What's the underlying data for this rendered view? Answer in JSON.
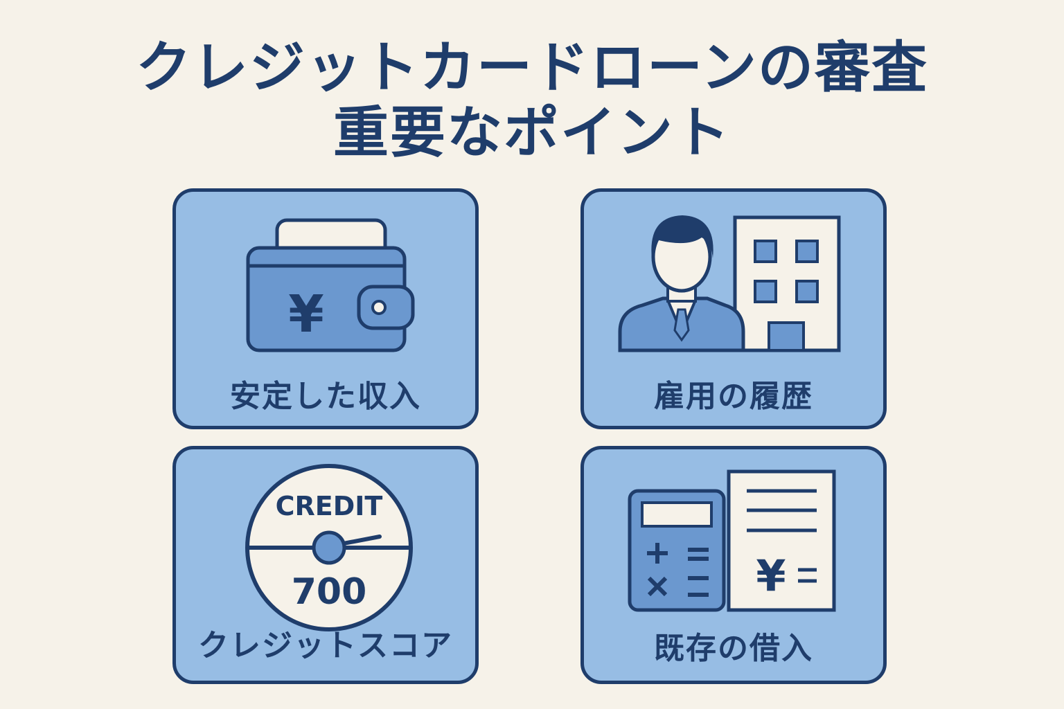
{
  "title": {
    "line1": "クレジットカードローンの審査",
    "line2": "重要なポイント"
  },
  "cards": [
    {
      "label": "安定した収入",
      "icon": "wallet-yen-icon",
      "symbol": "¥"
    },
    {
      "label": "雇用の履歴",
      "icon": "employee-building-icon"
    },
    {
      "label": "クレジットスコア",
      "icon": "credit-score-gauge-icon",
      "gauge_top": "CREDIT",
      "gauge_value": "700"
    },
    {
      "label": "既存の借入",
      "icon": "calculator-document-icon",
      "symbol": "¥"
    }
  ],
  "colors": {
    "background": "#f6f2e9",
    "navy": "#1f3d6b",
    "card_fill": "#97bde4",
    "icon_fill": "#6b98cf",
    "paper": "#f6f2e9"
  }
}
